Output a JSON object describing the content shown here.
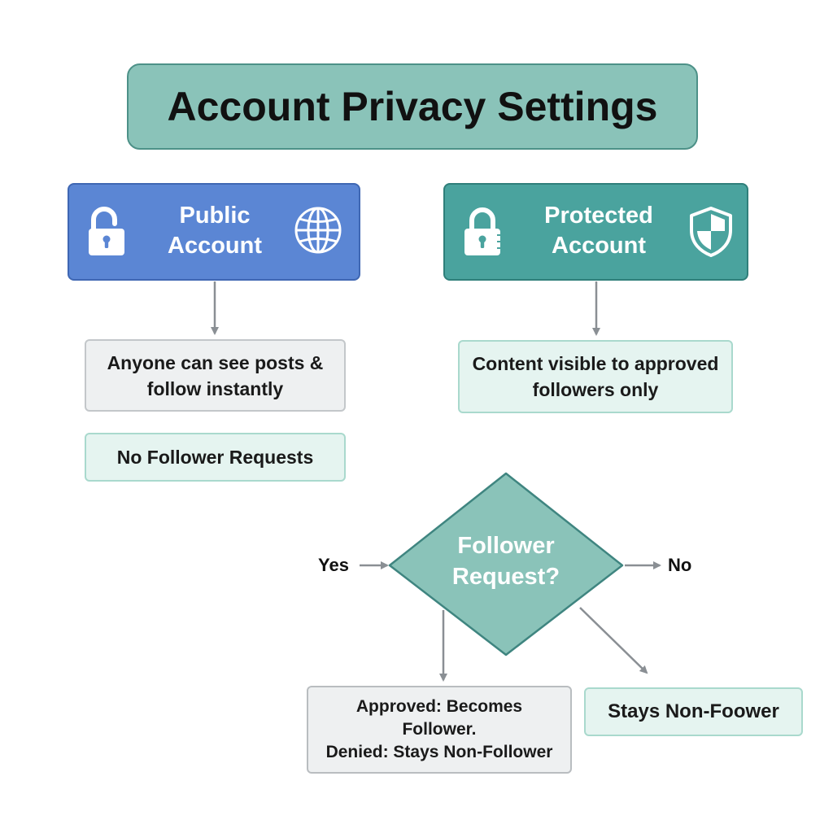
{
  "title": "Account Privacy Settings",
  "public_account": {
    "label": "Public Account",
    "lock_icon": "unlocked-padlock-icon",
    "extra_icon": "globe-icon",
    "detail": "Anyone can see posts & follow instantly",
    "note": "No Follower Requests"
  },
  "protected_account": {
    "label": "Protected Account",
    "lock_icon": "locked-padlock-icon",
    "extra_icon": "shield-icon",
    "detail": "Content visible to approved followers only"
  },
  "decision": {
    "question": "Follower Request?",
    "yes_label": "Yes",
    "no_label": "No",
    "approved_outcome": "Approved: Becomes Follower.",
    "denied_outcome": "Denied: Stays Non-Follower",
    "no_outcome": "Stays Non-Foower"
  },
  "colors": {
    "title_fill": "#8ac3b9",
    "public_fill": "#5b86d4",
    "protected_fill": "#4aa39e",
    "diamond_fill": "#8ac3b9",
    "arrow": "#8a8f94"
  }
}
